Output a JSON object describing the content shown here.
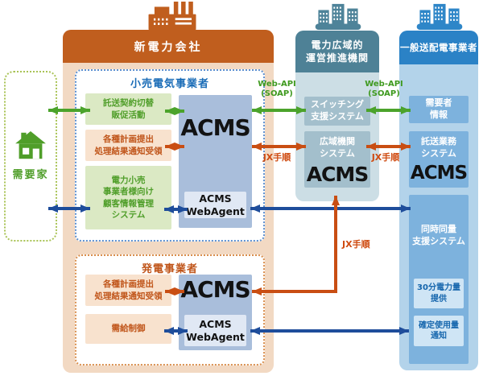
{
  "colors": {
    "orange_brand": "#c05e1e",
    "peach_body": "#f2d9c3",
    "teal_header": "#4e8196",
    "blue_header": "#2b82c6",
    "acms_box_blue": "#a9bedb",
    "green_arrow": "#4ba32b",
    "orange_arrow": "#c94e13",
    "blue_arrow": "#1e4d9b"
  },
  "consumer": {
    "label": "需要家"
  },
  "npc": {
    "title": "新電力会社",
    "retail": {
      "title": "小売電気事業者",
      "box_switch": "託送契約切替\n販促活動",
      "box_plan": "各種計画提出\n処理結果通知受領",
      "box_crm": "電力小売\n事業者様向け\n顧客情報管理\nシステム",
      "acms": "ACMS",
      "webagent": "ACMS\nWebAgent"
    },
    "generation": {
      "title": "発電事業者",
      "box_plan": "各種計画提出\n処理結果通知受領",
      "box_control": "需給制御",
      "acms": "ACMS",
      "webagent": "ACMS\nWebAgent"
    }
  },
  "occto": {
    "title": "電力広域的\n運営推進機関",
    "box_switching": "スイッチング\n支援システム",
    "box_widearea": "広域機関\nシステム",
    "acms": "ACMS"
  },
  "tso": {
    "title": "一般送配電事業者",
    "box_consumer_info": "需要者\n情報",
    "box_consignment": "託送業務\nシステム",
    "acms": "ACMS",
    "box_balancing": "同時同量\n支援システム",
    "box_30min": "30分電力量\n提供",
    "box_fixed": "確定使用量\n通知"
  },
  "protocol_labels": {
    "web_api_left": "Web-API\n(SOAP)",
    "web_api_right": "Web-API\n(SOAP)",
    "jx_left": "JX手順",
    "jx_right": "JX手順",
    "jx_vertical": "JX手順"
  }
}
